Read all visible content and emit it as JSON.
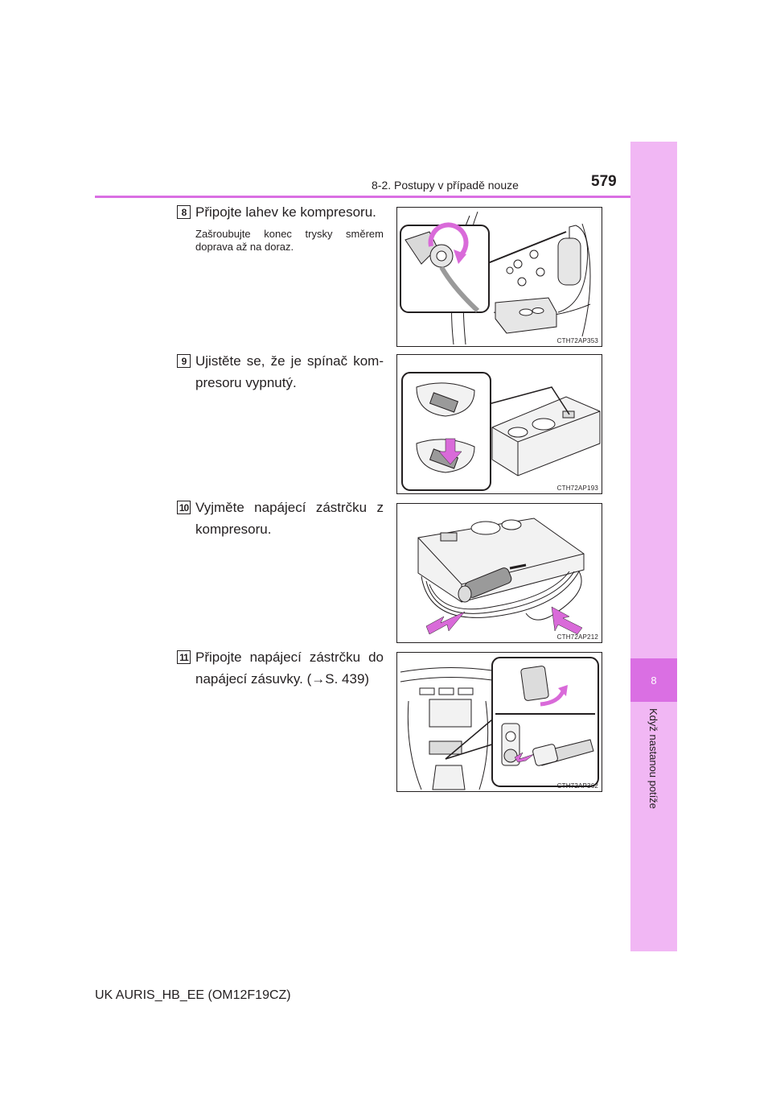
{
  "header": {
    "section": "8-2. Postupy v případě nouze",
    "page_number": "579"
  },
  "side_tab": {
    "chapter_number": "8",
    "chapter_title": "Když nastanou potíže",
    "colors": {
      "strip": "#f1b7f4",
      "chapter_box": "#da6fe3"
    }
  },
  "steps": [
    {
      "number": "8",
      "text": "Připojte lahev ke kompresoru.",
      "note": "Zašroubujte konec trysky směrem doprava až na doraz.",
      "figure_code": "CTH72AP353"
    },
    {
      "number": "9",
      "text": "Ujistěte se, že je spínač kom-presoru vypnutý.",
      "figure_code": "CTH72AP193"
    },
    {
      "number": "10",
      "text": "Vyjměte napájecí zástrčku z kompresoru.",
      "figure_code": "CTH72AP212"
    },
    {
      "number": "11",
      "text": "Připojte napájecí zástrčku do napájecí zásuvky. (→S. 439)",
      "figure_code": "CTH72AP362"
    }
  ],
  "footer": {
    "model_code": "UK AURIS_HB_EE (OM12F19CZ)"
  }
}
